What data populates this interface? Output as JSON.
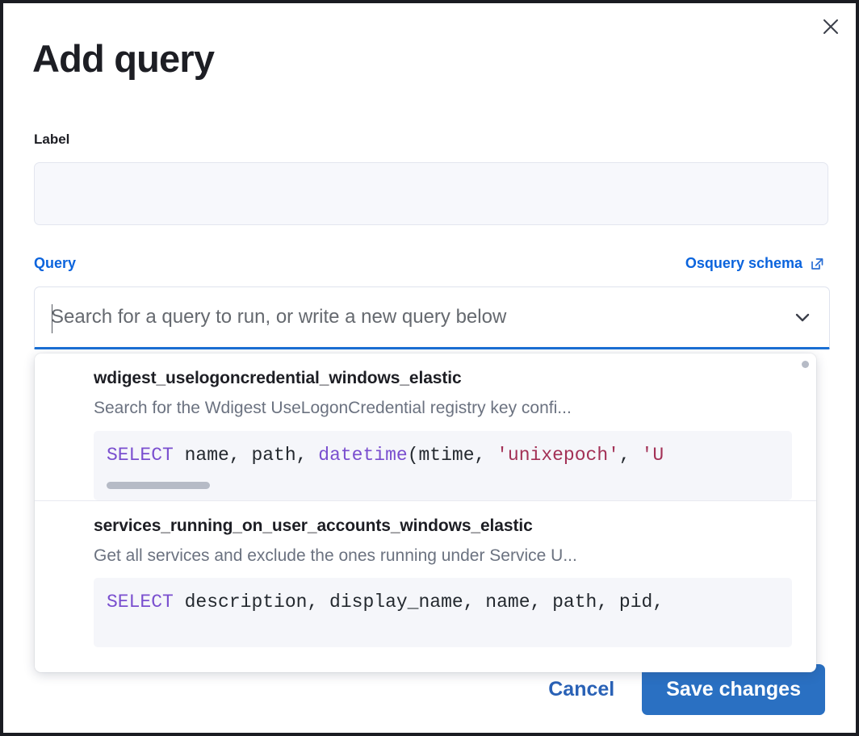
{
  "modal": {
    "title": "Add query",
    "close_icon": "close-icon"
  },
  "label_field": {
    "label": "Label",
    "value": "",
    "placeholder": ""
  },
  "query_field": {
    "label": "Query",
    "schema_link": "Osquery schema",
    "schema_link_icon": "external-link-icon",
    "placeholder": "Search for a query to run, or write a new query below",
    "value": "",
    "chevron_icon": "chevron-down-icon"
  },
  "dropdown": {
    "items": [
      {
        "title": "wdigest_uselogoncredential_windows_elastic",
        "description": "Search for the Wdigest UseLogonCredential registry key confi...",
        "code_tokens": [
          {
            "text": "SELECT",
            "type": "keyword"
          },
          {
            "text": " name, path, ",
            "type": "plain"
          },
          {
            "text": "datetime",
            "type": "function"
          },
          {
            "text": "(mtime, ",
            "type": "plain"
          },
          {
            "text": "'unixepoch'",
            "type": "string"
          },
          {
            "text": ", ",
            "type": "plain"
          },
          {
            "text": "'U",
            "type": "string"
          }
        ]
      },
      {
        "title": "services_running_on_user_accounts_windows_elastic",
        "description": "Get all services and exclude the ones running under Service U...",
        "code_tokens": [
          {
            "text": "SELECT",
            "type": "keyword"
          },
          {
            "text": " description, display_name, name, path, pid,",
            "type": "plain"
          }
        ]
      }
    ]
  },
  "footer": {
    "cancel_label": "Cancel",
    "save_label": "Save changes"
  },
  "colors": {
    "accent_blue": "#0b64dd",
    "button_blue": "#2a70c2",
    "focus_underline": "#1a6fd4",
    "sql_keyword": "#7a4fcf",
    "sql_string": "#a33156",
    "text_dark": "#1d1e24",
    "text_muted": "#6b7280"
  }
}
